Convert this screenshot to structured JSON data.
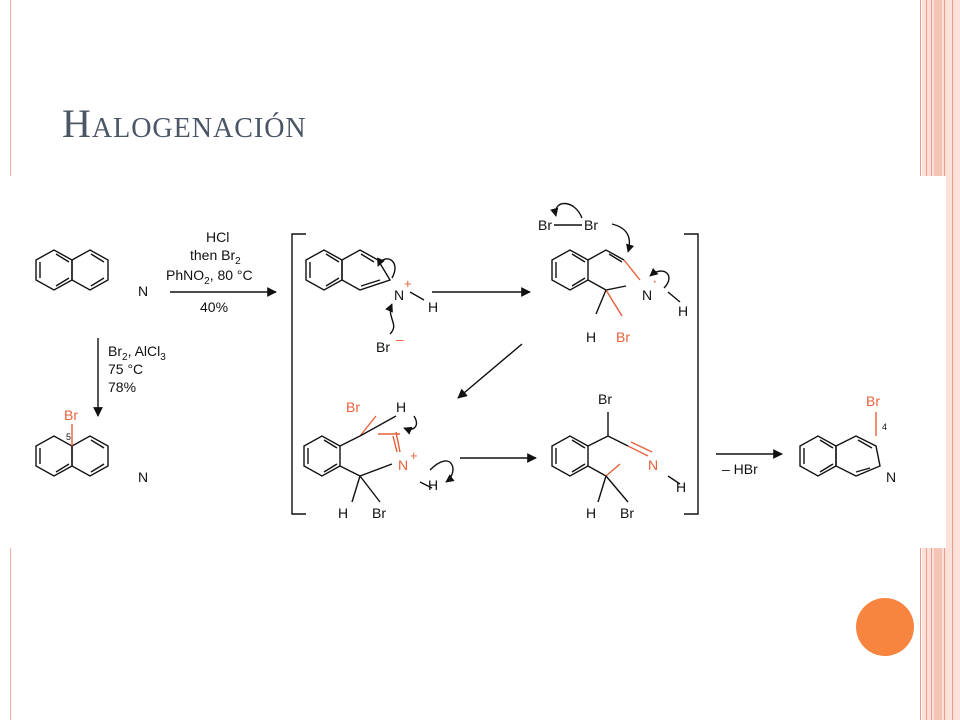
{
  "slide": {
    "title": "Halogenación"
  },
  "colors": {
    "accent_orange": "#f7843f",
    "frame_pink": "#f6c4b6",
    "frame_line": "#ee9a88",
    "highlight_orange": "#e8603a",
    "bond": "#111111"
  },
  "scheme": {
    "reaction_top": {
      "line1": "HCl",
      "line2_prefix": "then Br",
      "line2_sub": "2",
      "line3_prefix": "PhNO",
      "line3_sub": "2",
      "line3_suffix": ", 80 °C",
      "line4": "40%"
    },
    "reaction_down": {
      "line1_a": "Br",
      "line1_sub1": "2",
      "line1_b": ", AlCl",
      "line1_sub2": "3",
      "line2": "75 °C",
      "line3": "78%"
    },
    "elimination_label": "– HBr",
    "atoms": {
      "N": "N",
      "H": "H",
      "Br": "Br",
      "plus": "+",
      "minus": "–",
      "dot": "·"
    },
    "positions": {
      "five": "5",
      "four": "4"
    }
  }
}
